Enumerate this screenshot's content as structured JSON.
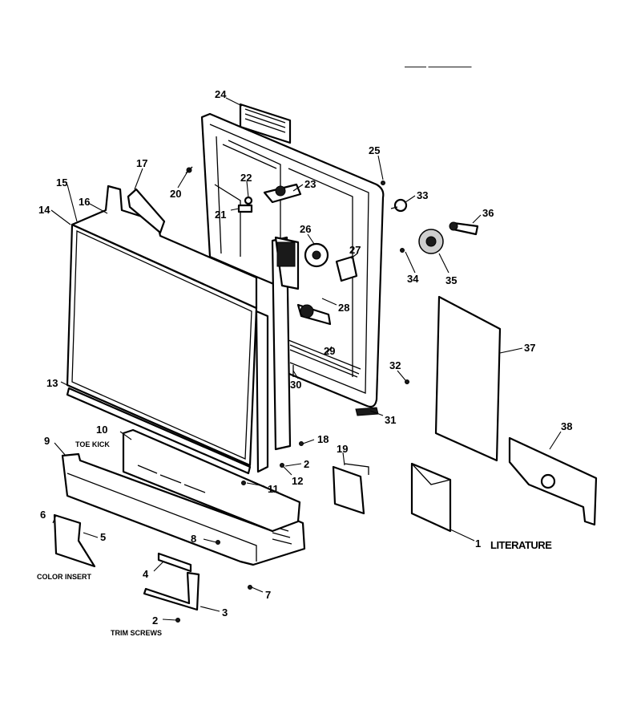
{
  "callouts": [
    "1",
    "2",
    "3",
    "4",
    "5",
    "6",
    "7",
    "8",
    "9",
    "10",
    "11",
    "12",
    "13",
    "14",
    "15",
    "16",
    "17",
    "18",
    "19",
    "20",
    "21",
    "22",
    "23",
    "24",
    "25",
    "26",
    "27",
    "28",
    "29",
    "30",
    "31",
    "32",
    "33",
    "34",
    "35",
    "36",
    "37",
    "38"
  ],
  "labels": {
    "toe_kick": "TOE KICK",
    "color_insert": "COLOR INSERT",
    "trim_screws": "TRIM SCREWS",
    "literature": "LITERATURE"
  },
  "header_text": "——— ——————"
}
